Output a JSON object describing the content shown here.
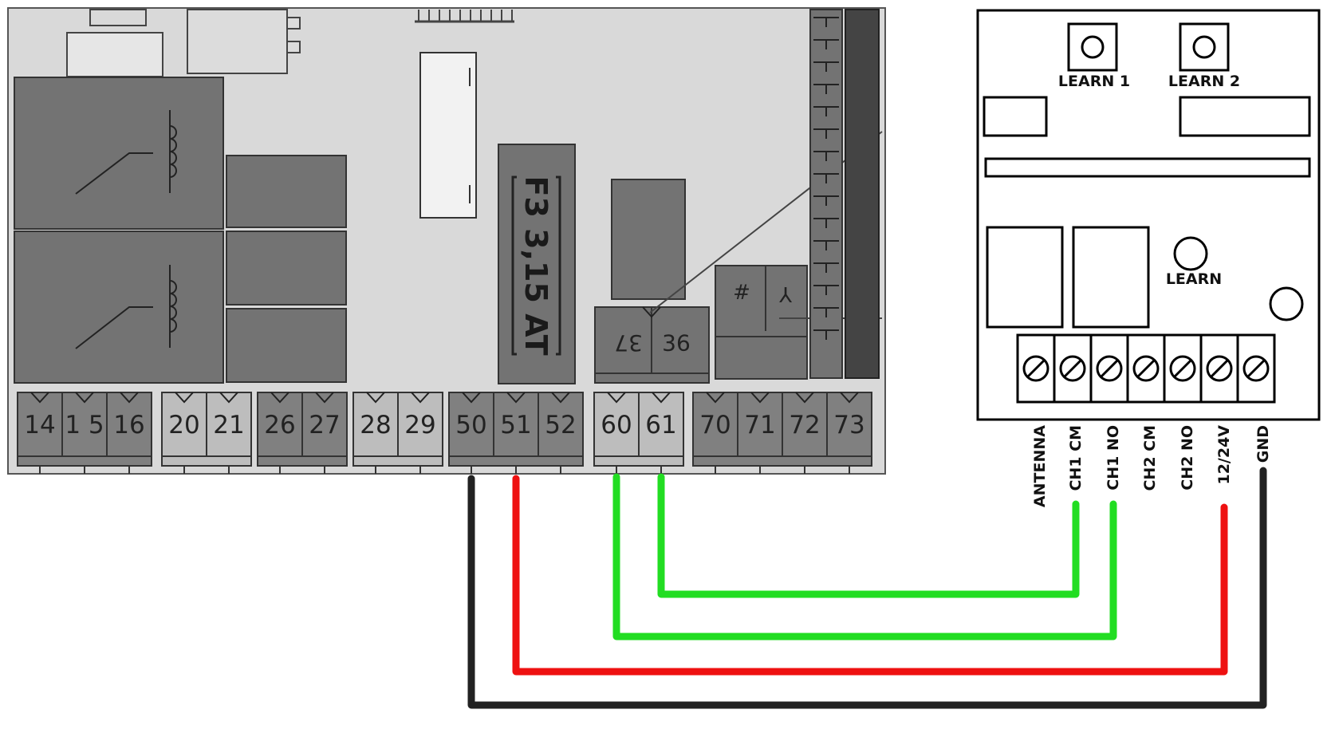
{
  "board": {
    "fuse_label": "F3 3,15 AT",
    "relay_terminals": [
      "37",
      "36"
    ],
    "symbol_terminals": [
      "#",
      "Y"
    ],
    "terminal_groups": [
      {
        "labels": [
          "14",
          "1 5",
          "16"
        ],
        "shade": "dark"
      },
      {
        "labels": [
          "20",
          "21"
        ],
        "shade": "light"
      },
      {
        "labels": [
          "26",
          "27"
        ],
        "shade": "dark"
      },
      {
        "labels": [
          "28",
          "29"
        ],
        "shade": "light"
      },
      {
        "labels": [
          "50",
          "51",
          "52"
        ],
        "shade": "dark"
      },
      {
        "labels": [
          "60",
          "61"
        ],
        "shade": "light"
      },
      {
        "labels": [
          "70",
          "71",
          "72",
          "73"
        ],
        "shade": "dark"
      }
    ]
  },
  "receiver": {
    "learn1_label": "LEARN 1",
    "learn2_label": "LEARN 2",
    "learn_label": "LEARN",
    "pins": [
      "ANTENNA",
      "CH1 CM",
      "CH1 NO",
      "CH2 CM",
      "CH2 NO",
      "12/24V",
      "GND"
    ]
  },
  "wires": [
    {
      "from": "50",
      "to": "GND",
      "color": "#222222"
    },
    {
      "from": "51",
      "to": "12/24V",
      "color": "#ee1111"
    },
    {
      "from": "60",
      "to": "CH1 NO",
      "color": "#22dd22"
    },
    {
      "from": "61",
      "to": "CH1 CM",
      "color": "#22dd22"
    }
  ]
}
